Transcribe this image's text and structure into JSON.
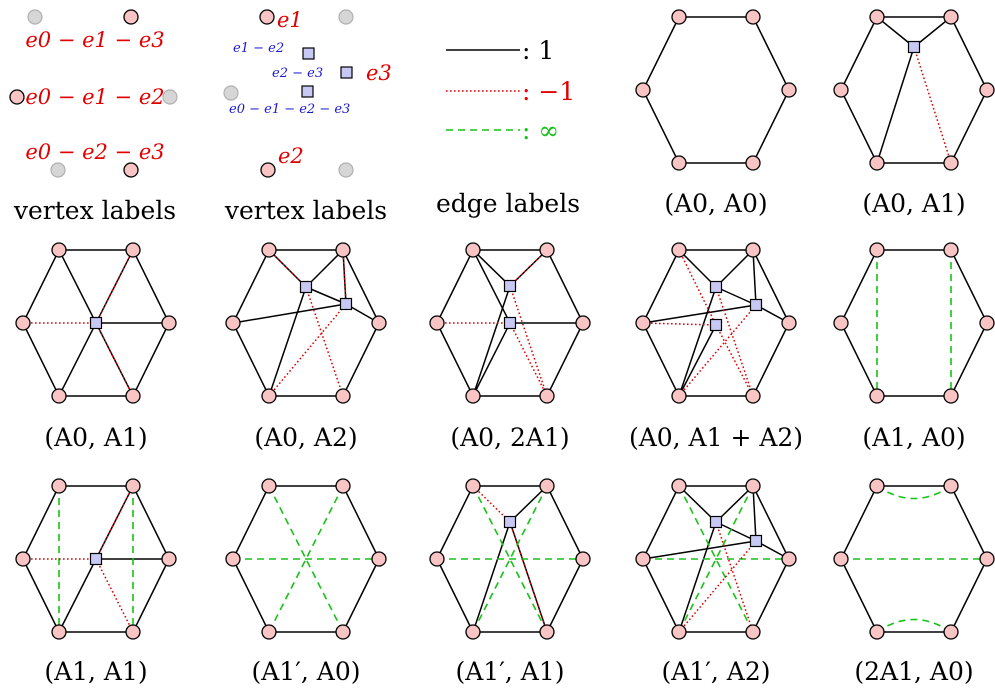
{
  "legend_panel_1": {
    "caption": "vertex labels",
    "labels": {
      "top": "e0 − e1 − e3",
      "middle": "e0 − e1 − e2",
      "bottom": "e0 − e2 − e3"
    }
  },
  "legend_panel_2": {
    "caption": "vertex labels",
    "labels": {
      "e1": "e1",
      "e2": "e2",
      "e3": "e3",
      "s1": "e1 − e2",
      "s2": "e2 − e3",
      "s3": "e0 − e1 − e2 − e3"
    }
  },
  "legend_panel_3": {
    "caption": "edge labels",
    "entries": [
      {
        "text": ": 1",
        "color": "#000000",
        "style": "solid"
      },
      {
        "text": ": −1",
        "color": "#e00000",
        "style": "dotted"
      },
      {
        "text": ": ∞",
        "color": "#17c217",
        "style": "dashed"
      }
    ]
  },
  "colors": {
    "node_fill": "#f8c4c4",
    "square_fill": "#c8c8f4",
    "red": "#e00000",
    "green": "#17c217",
    "blue": "#1a1acc"
  },
  "diagrams": [
    {
      "caption": "(A0, A0)"
    },
    {
      "caption": "(A0, A1)"
    },
    {
      "caption": "(A0, A1)"
    },
    {
      "caption": "(A0, A2)"
    },
    {
      "caption": "(A0, 2A1)"
    },
    {
      "caption": "(A0, A1 + A2)"
    },
    {
      "caption": "(A1, A0)"
    },
    {
      "caption": "(A1, A1)"
    },
    {
      "caption": "(A1′, A0)"
    },
    {
      "caption": "(A1′, A1)"
    },
    {
      "caption": "(A1′, A2)"
    },
    {
      "caption": "(2A1, A0)"
    }
  ]
}
